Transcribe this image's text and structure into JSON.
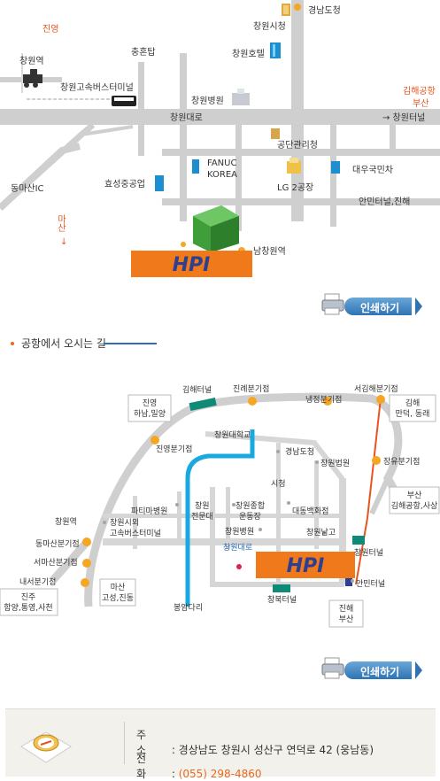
{
  "map1": {
    "labels": {
      "gyeongnam_office": "경남도청",
      "changwon_cityhall": "창원시청",
      "jinyeong": "진영",
      "chunghon_tower": "충혼탑",
      "changwon_hotel": "창원호텔",
      "changwon_station": "창원역",
      "express_terminal": "창원고속버스터미널",
      "changwon_hospital": "창원병원",
      "gimhae_airport": "김해공항",
      "busan": "부산",
      "changwon_tunnel": "→ 창원터널",
      "changwon_road": "창원대로",
      "public_corp": "공단관리청",
      "dongmasan_ic": "동마산IC",
      "hyosung": "효성중공업",
      "fanuc": "FANUC",
      "korea": "KOREA",
      "lg": "LG 2공장",
      "daewoo": "대우국민차",
      "masan": "마산",
      "masan_2": "산",
      "masan_arrow": "↓",
      "anmin": "안민터널,진해",
      "nam_changwon": "남창원역",
      "hpi": "HPI"
    }
  },
  "print_label": "인쇄하기",
  "section_title": "공항에서 오시는 길",
  "map2": {
    "labels": {
      "gimhae_tunnel": "김해터널",
      "jinrye_jc": "진례분기점",
      "naengjeong_jc": "냉정분기점",
      "seogimhae_jc": "서김해분기점",
      "jinyeong_box": "진영",
      "jinyeong_box2": "하남,밀양",
      "gimhae_box": "김해",
      "gimhae_box2": "만덕, 동래",
      "jinyeong_jc": "진영분기점",
      "changwon_univ": "창원대학교",
      "gyeongnam_office": "경남도청",
      "changwon_court": "창원법원",
      "jangyu_jc": "장유분기점",
      "cityhall": "시청",
      "busan_box": "부산",
      "busan_box2": "김해공항,사상",
      "partima": "파티마병원",
      "changwon_obs": "창원",
      "changwon_obs2": "전문대",
      "sports": "창원종합",
      "sports2": "운동장",
      "daedong": "대동백화점",
      "changwon_station": "창원역",
      "express": "창원시외",
      "express2": "고속버스터미널",
      "hospital": "창원병원",
      "changwon_namgo": "창원남고",
      "dongmasan_jc": "동마산분기점",
      "changwon_road": "창원대로",
      "changwon_tunnel": "창원터널",
      "seomasan_jc": "서마산분기점",
      "hpi": "HPI",
      "naeseo_jc": "내서분기점",
      "masan_box": "마산",
      "masan_box2": "고성,진동",
      "anmin": "안민터널",
      "jinju_box": "진주",
      "jinju_box2": "함양,통영,사천",
      "bongam": "봉암다리",
      "changbuk": "창북터널",
      "jinhae_box": "진해",
      "jinhae_box2": "부산"
    }
  },
  "address": {
    "addr_key": "주 소",
    "addr_val": ": 경상남도 창원시 성산구 연덕로 42 (웅남동)",
    "tel_key": "전 화",
    "tel_sep": ":",
    "tel_val": "(055) 298-4860"
  },
  "colors": {
    "road": "#c8c8c8",
    "accent": "#e86a1f",
    "river": "#19a8e0",
    "tunnel": "#0e8a76",
    "brand": "#2e3f8f"
  }
}
